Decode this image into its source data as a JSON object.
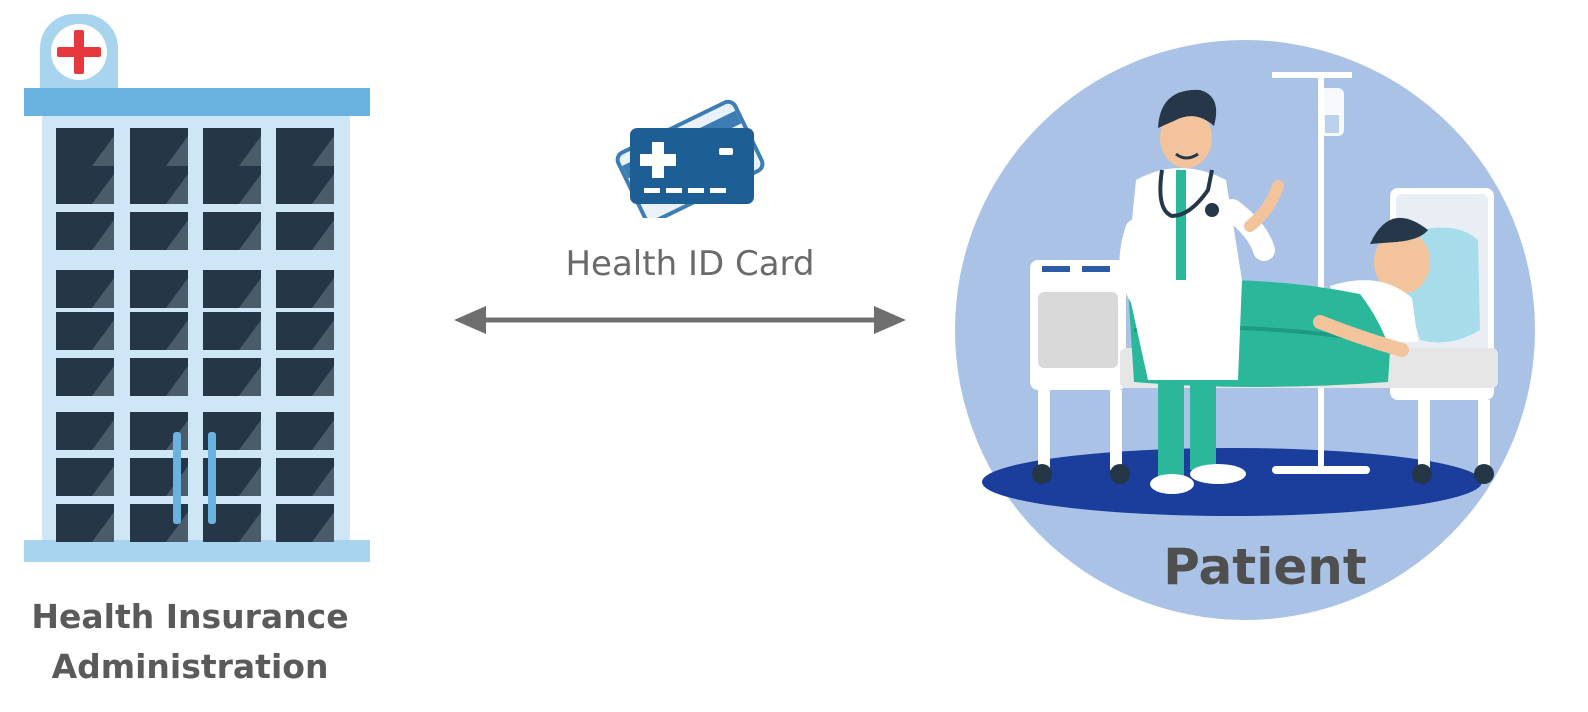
{
  "diagram": {
    "left_node": {
      "label": "Health Insurance Administration",
      "icon": "hospital-building-icon"
    },
    "connector": {
      "label": "Health ID Card",
      "icon": "health-card-icon",
      "direction": "bidirectional"
    },
    "right_node": {
      "label": "Patient",
      "icon": "doctor-patient-bed-icon"
    }
  },
  "colors": {
    "building_frame": "#a9d4f0",
    "building_roof": "#6ab2e0",
    "window_dark": "#253746",
    "cross_red": "#e8383d",
    "card_blue": "#1d5e94",
    "arrow_gray": "#6f6f6f",
    "circle_bg": "#a9c2e6",
    "floor_blue": "#1b3d9c",
    "blanket_green": "#2bb79a",
    "text_gray": "#555555"
  }
}
